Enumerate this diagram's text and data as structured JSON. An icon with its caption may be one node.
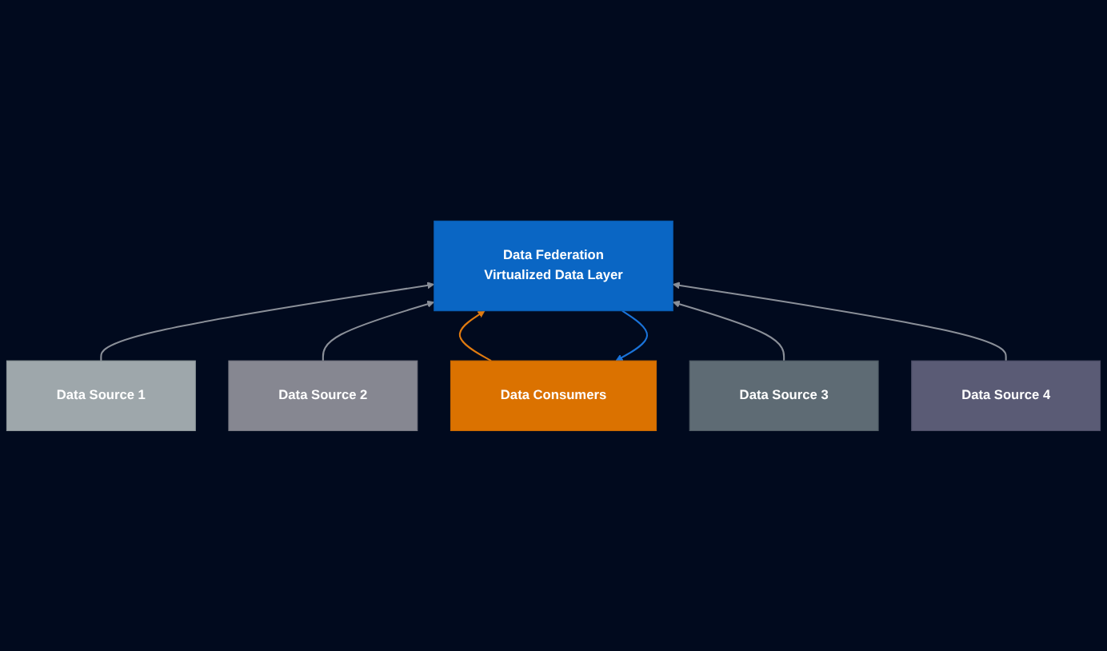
{
  "diagram": {
    "nodes": [
      {
        "text": [
          "Data Consumers"
        ]
      },
      {
        "text": [
          "Data Federation",
          "Virtualized Data Layer"
        ]
      },
      {
        "text": [
          "Data Source 1"
        ]
      },
      {
        "text": [
          "Data Source 2"
        ]
      },
      {
        "text": [
          "Data Source 3"
        ]
      },
      {
        "text": [
          "Data Source 4"
        ]
      }
    ],
    "edges": [
      {
        "from": 1,
        "to": 0,
        "arrow": "to",
        "color": "#1a73d9"
      },
      {
        "from": 0,
        "to": 1,
        "arrow": "to",
        "color": "#e07b10"
      },
      {
        "from": 2,
        "to": 1,
        "arrow": "to"
      },
      {
        "from": 3,
        "to": 1,
        "arrow": "to"
      },
      {
        "from": 4,
        "to": 1,
        "arrow": "to"
      },
      {
        "from": 5,
        "to": 1,
        "arrow": "to"
      }
    ]
  }
}
